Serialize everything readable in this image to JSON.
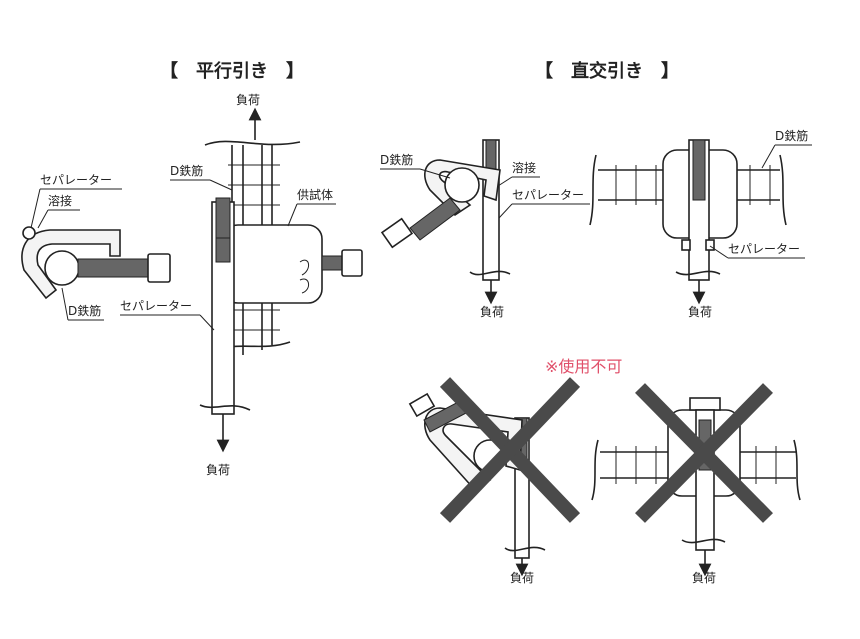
{
  "titles": {
    "parallel": "【　平行引き　】",
    "orthogonal": "【　直交引き　】"
  },
  "labels": {
    "load": "負荷",
    "d_rebar": "D鉄筋",
    "separator": "セパレーター",
    "weld": "溶接",
    "specimen": "供試体"
  },
  "warning": "※使用不可",
  "colors": {
    "line": "#222222",
    "warning": "#e0506a",
    "cross": "#4a4a4a"
  }
}
